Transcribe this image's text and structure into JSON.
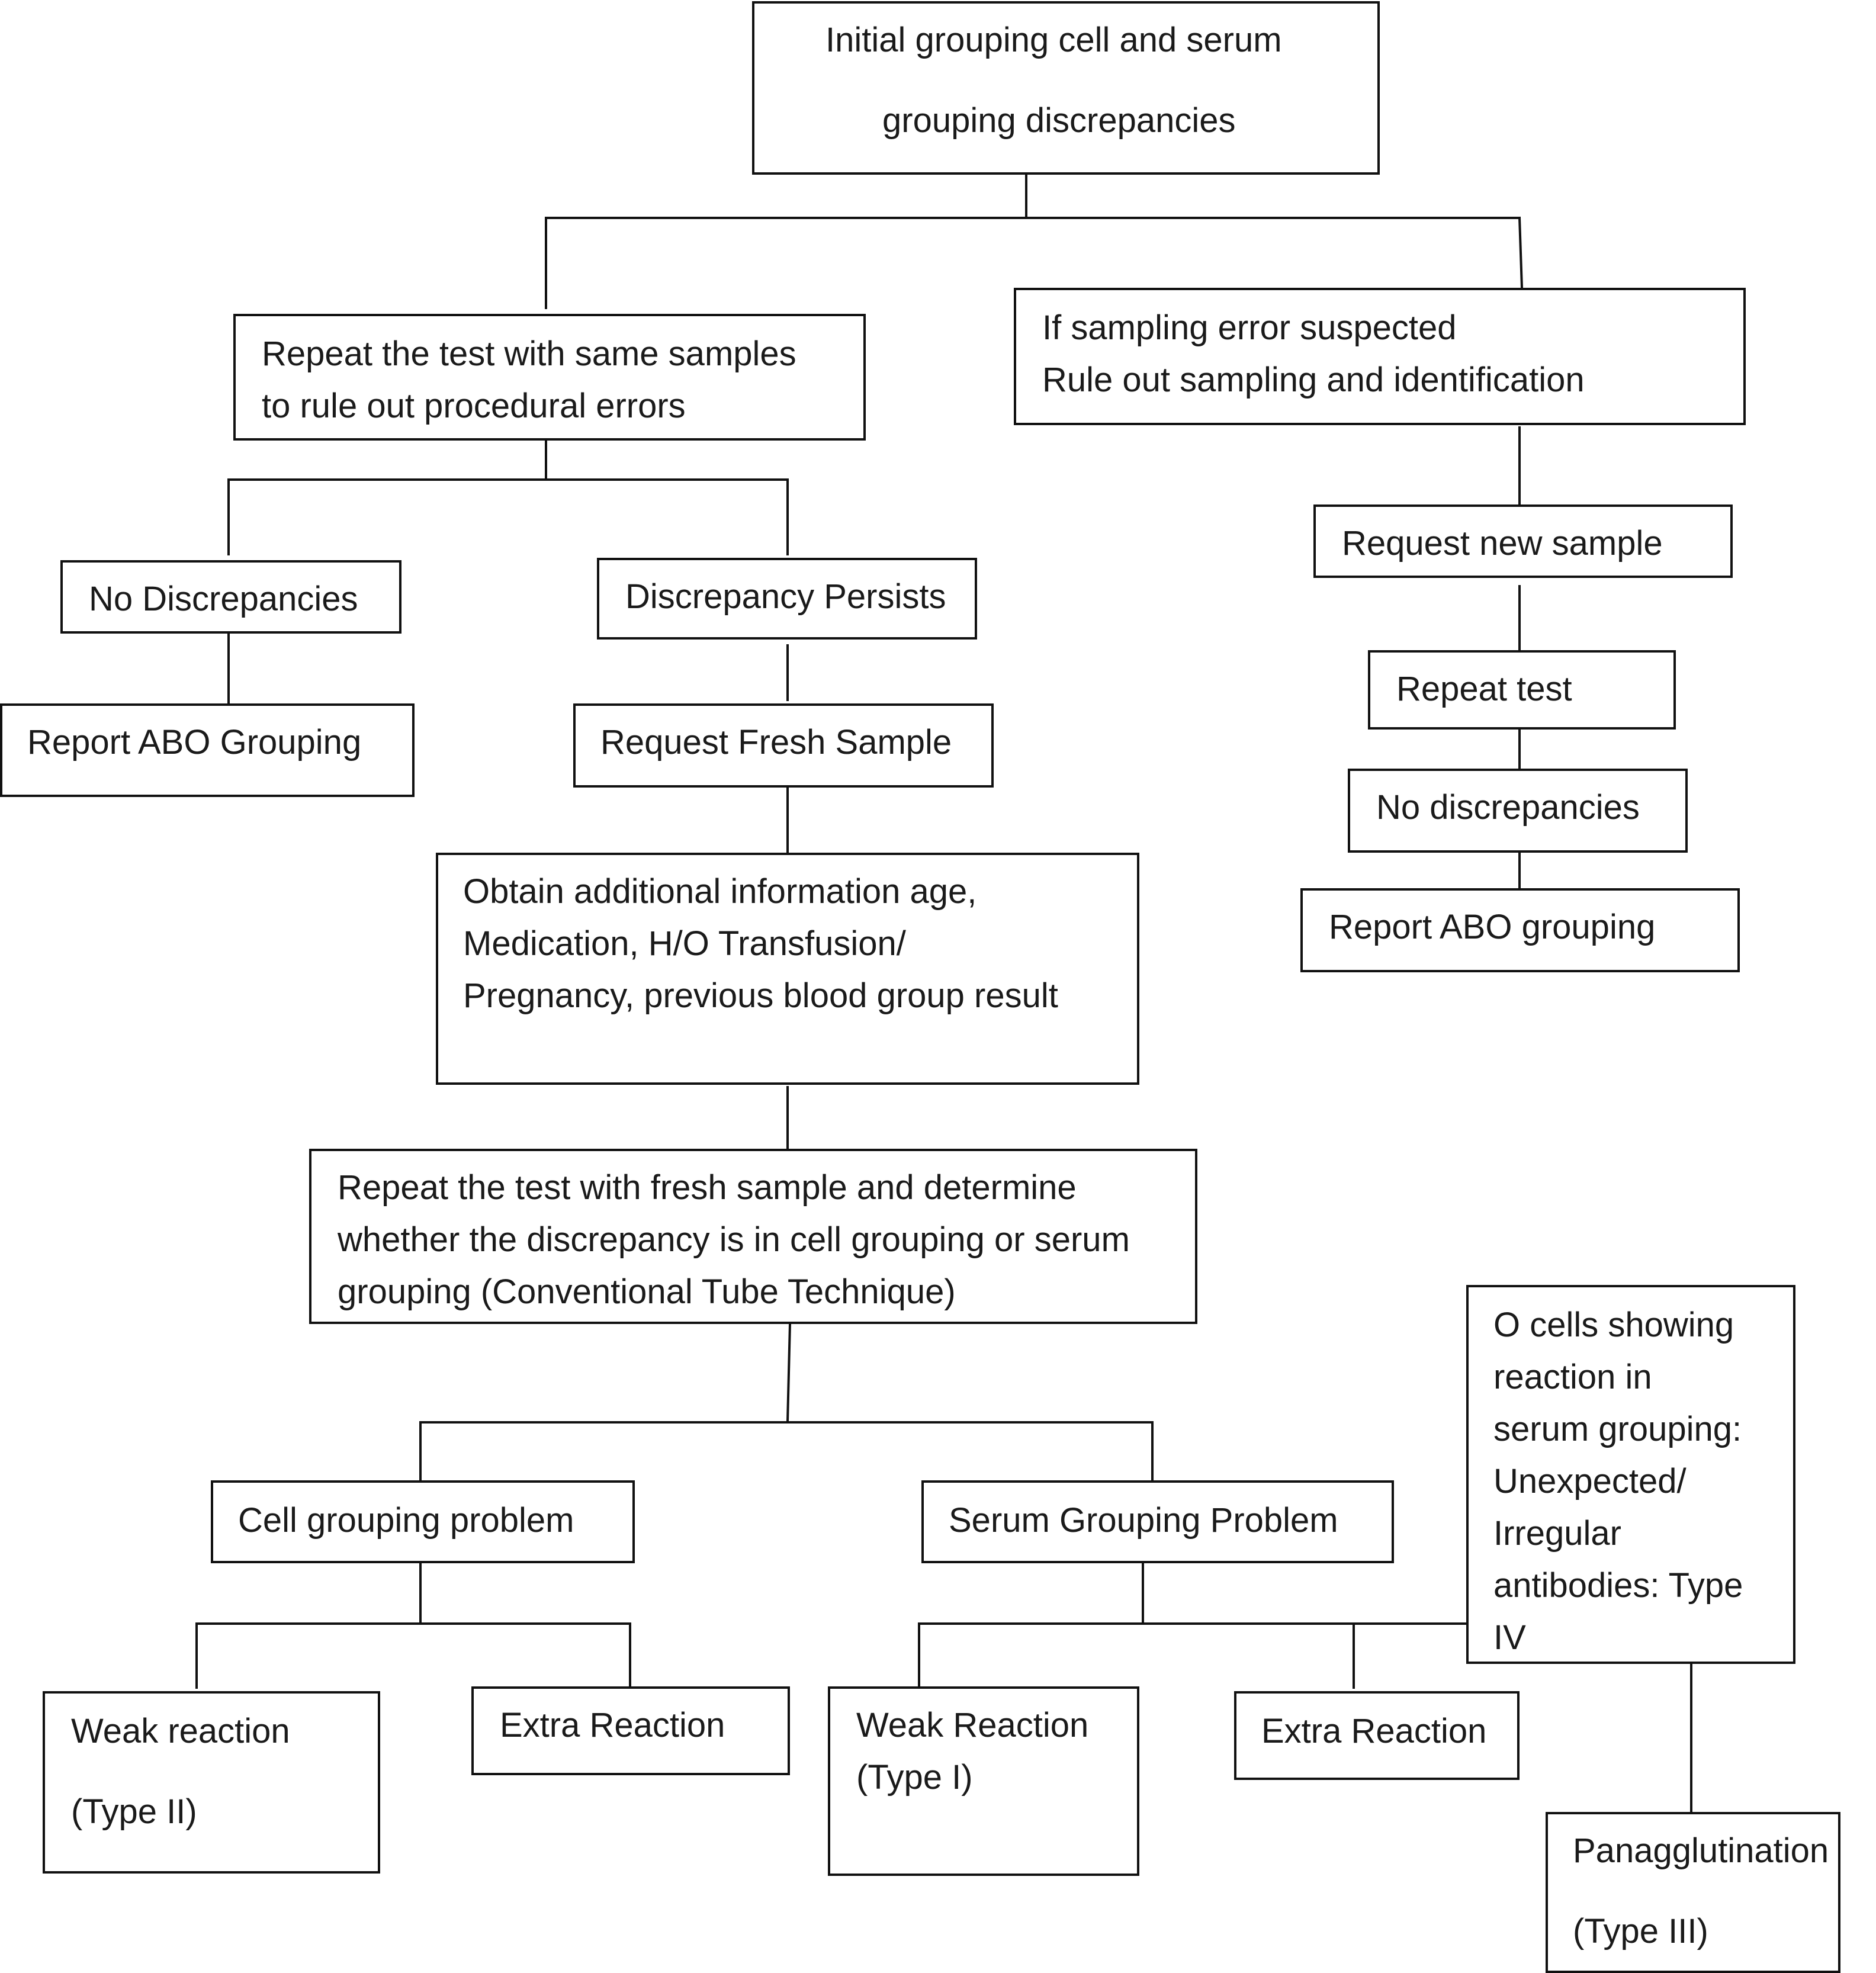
{
  "diagram": {
    "type": "flowchart",
    "nodes": [
      {
        "id": "initial",
        "lines": [
          "Initial grouping cell and serum",
          "grouping discrepancies"
        ]
      },
      {
        "id": "repeat-same",
        "lines": [
          "Repeat the test with same samples",
          "to rule out procedural errors"
        ]
      },
      {
        "id": "sampling-error",
        "lines": [
          "If sampling error suspected",
          "Rule out sampling and identification"
        ]
      },
      {
        "id": "no-discrepancies",
        "lines": [
          "No Discrepancies"
        ]
      },
      {
        "id": "discrepancy-persists",
        "lines": [
          "Discrepancy Persists"
        ]
      },
      {
        "id": "report-abo-left",
        "lines": [
          "Report ABO Grouping"
        ]
      },
      {
        "id": "request-fresh",
        "lines": [
          "Request Fresh Sample"
        ]
      },
      {
        "id": "request-new",
        "lines": [
          "Request new sample"
        ]
      },
      {
        "id": "repeat-test",
        "lines": [
          "Repeat test"
        ]
      },
      {
        "id": "no-discrepancies-right",
        "lines": [
          "No discrepancies"
        ]
      },
      {
        "id": "report-abo-right",
        "lines": [
          "Report ABO grouping"
        ]
      },
      {
        "id": "additional-info",
        "lines": [
          "Obtain additional information age,",
          "Medication, H/O Transfusion/",
          "Pregnancy, previous blood group result"
        ]
      },
      {
        "id": "repeat-fresh",
        "lines": [
          "Repeat the test with fresh sample and determine",
          "whether the discrepancy is in cell grouping or serum",
          "grouping (Conventional Tube Technique)"
        ]
      },
      {
        "id": "o-cells",
        "lines": [
          "O cells showing",
          "reaction in",
          "serum grouping:",
          "Unexpected/",
          "Irregular",
          "antibodies: Type",
          "IV"
        ]
      },
      {
        "id": "cell-grouping",
        "lines": [
          "Cell grouping problem"
        ]
      },
      {
        "id": "serum-grouping",
        "lines": [
          "Serum Grouping Problem"
        ]
      },
      {
        "id": "weak-type-ii",
        "lines": [
          "Weak reaction",
          "(Type II)"
        ]
      },
      {
        "id": "extra-cell",
        "lines": [
          "Extra Reaction"
        ]
      },
      {
        "id": "weak-type-i",
        "lines": [
          "Weak Reaction",
          "(Type I)"
        ]
      },
      {
        "id": "extra-serum",
        "lines": [
          "Extra Reaction"
        ]
      },
      {
        "id": "panagglutination",
        "lines": [
          "Panagglutination",
          "(Type III)"
        ]
      }
    ],
    "edges": [
      [
        "initial",
        "repeat-same"
      ],
      [
        "initial",
        "sampling-error"
      ],
      [
        "repeat-same",
        "no-discrepancies"
      ],
      [
        "repeat-same",
        "discrepancy-persists"
      ],
      [
        "no-discrepancies",
        "report-abo-left"
      ],
      [
        "discrepancy-persists",
        "request-fresh"
      ],
      [
        "request-fresh",
        "additional-info"
      ],
      [
        "additional-info",
        "repeat-fresh"
      ],
      [
        "repeat-fresh",
        "cell-grouping"
      ],
      [
        "repeat-fresh",
        "serum-grouping"
      ],
      [
        "cell-grouping",
        "weak-type-ii"
      ],
      [
        "cell-grouping",
        "extra-cell"
      ],
      [
        "serum-grouping",
        "weak-type-i"
      ],
      [
        "serum-grouping",
        "extra-serum"
      ],
      [
        "o-cells",
        "panagglutination"
      ],
      [
        "sampling-error",
        "request-new"
      ],
      [
        "request-new",
        "repeat-test"
      ],
      [
        "repeat-test",
        "no-discrepancies-right"
      ],
      [
        "no-discrepancies-right",
        "report-abo-right"
      ]
    ]
  }
}
